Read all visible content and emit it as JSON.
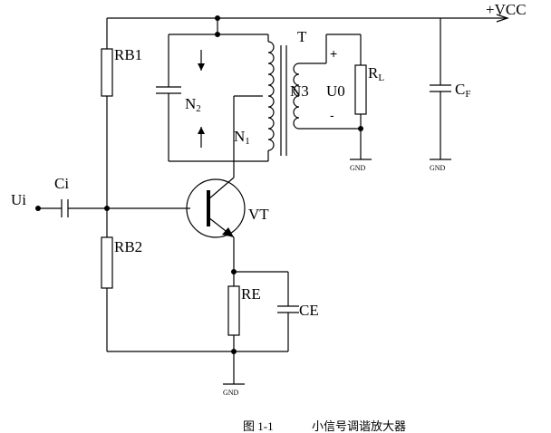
{
  "labels": {
    "vcc": "+VCC",
    "rb1": "RB1",
    "rb2": "RB2",
    "ci": "Ci",
    "ui": "Ui",
    "t": "T",
    "n2": "N",
    "n2_sub": "2",
    "n1": "N",
    "n1_sub": "1",
    "n3": "N3",
    "u0": "U0",
    "rl": "R",
    "rl_sub": "L",
    "cf": "C",
    "cf_sub": "F",
    "vt": "VT",
    "re": "RE",
    "ce": "CE",
    "gnd": "GND",
    "plus": "+",
    "minus": "-"
  },
  "caption": {
    "figure_no": "图 1-1",
    "title": "小信号调谐放大器"
  }
}
